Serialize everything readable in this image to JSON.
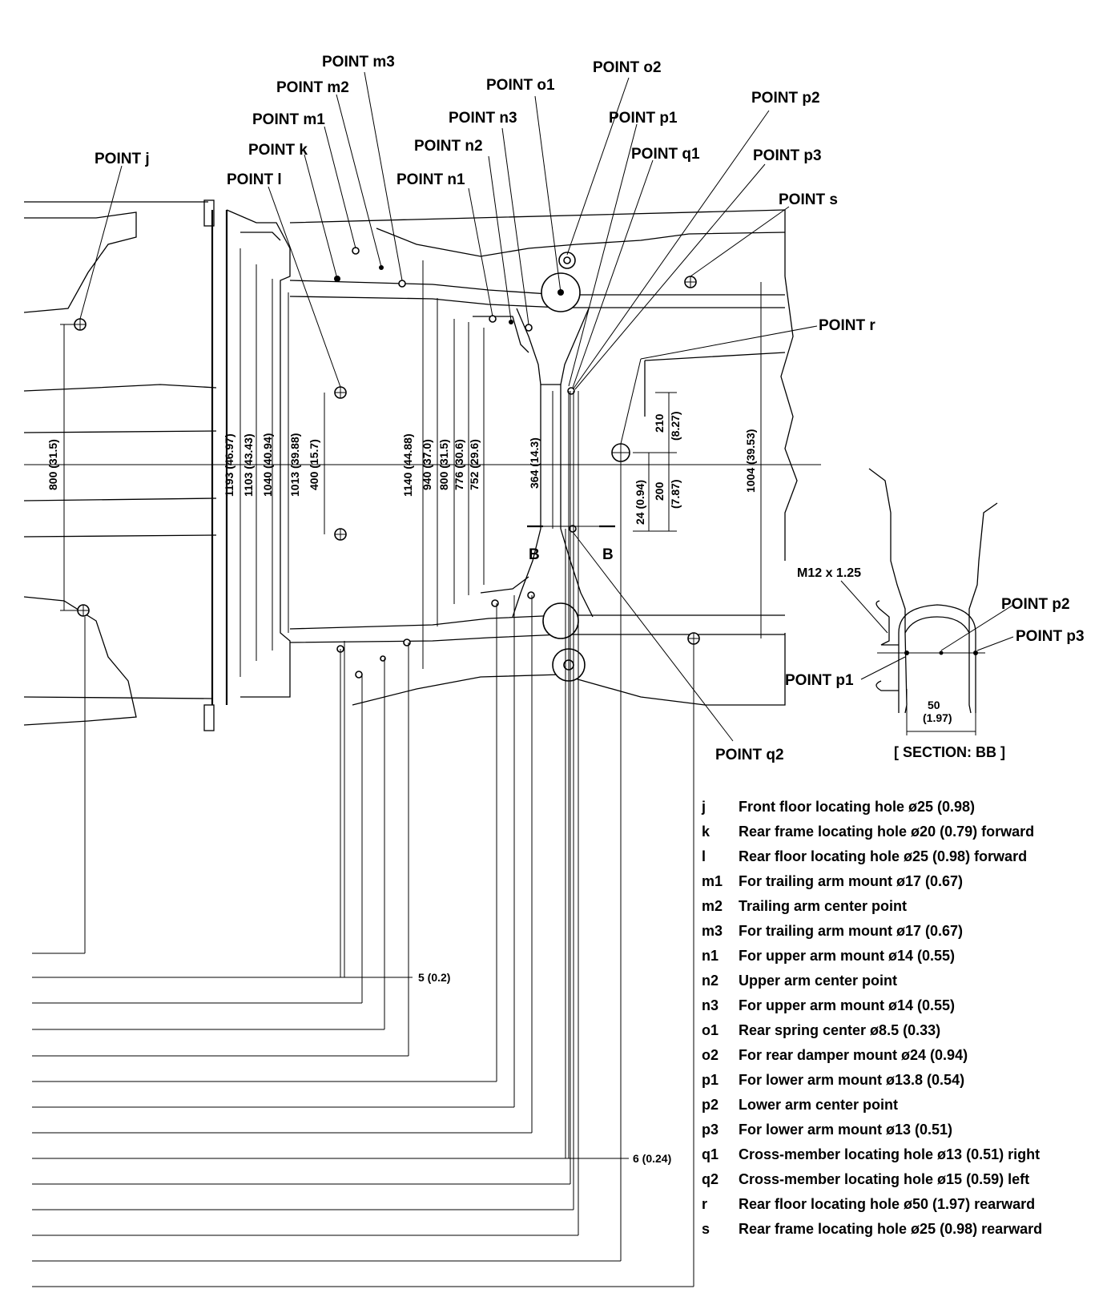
{
  "points": [
    {
      "id": "j",
      "label": "POINT j"
    },
    {
      "id": "k",
      "label": "POINT k"
    },
    {
      "id": "l",
      "label": "POINT l"
    },
    {
      "id": "m1",
      "label": "POINT m1"
    },
    {
      "id": "m2",
      "label": "POINT m2"
    },
    {
      "id": "m3",
      "label": "POINT m3"
    },
    {
      "id": "n1",
      "label": "POINT n1"
    },
    {
      "id": "n2",
      "label": "POINT n2"
    },
    {
      "id": "n3",
      "label": "POINT n3"
    },
    {
      "id": "o1",
      "label": "POINT o1"
    },
    {
      "id": "o2",
      "label": "POINT o2"
    },
    {
      "id": "p1",
      "label": "POINT p1"
    },
    {
      "id": "p2",
      "label": "POINT p2"
    },
    {
      "id": "p3",
      "label": "POINT p3"
    },
    {
      "id": "q1",
      "label": "POINT q1"
    },
    {
      "id": "q2",
      "label": "POINT q2"
    },
    {
      "id": "r",
      "label": "POINT r"
    },
    {
      "id": "s",
      "label": "POINT s"
    }
  ],
  "dimensions": [
    {
      "id": "d800a",
      "text": "800 (31.5)"
    },
    {
      "id": "d1193",
      "text": "1193 (46.97)"
    },
    {
      "id": "d1103",
      "text": "1103 (43.43)"
    },
    {
      "id": "d1040",
      "text": "1040 (40.94)"
    },
    {
      "id": "d1013",
      "text": "1013 (39.88)"
    },
    {
      "id": "d400",
      "text": "400 (15.7)"
    },
    {
      "id": "d1140",
      "text": "1140 (44.88)"
    },
    {
      "id": "d940",
      "text": "940 (37.0)"
    },
    {
      "id": "d800b",
      "text": "800 (31.5)"
    },
    {
      "id": "d776",
      "text": "776 (30.6)"
    },
    {
      "id": "d752",
      "text": "752 (29.6)"
    },
    {
      "id": "d364",
      "text": "364 (14.3)"
    },
    {
      "id": "d210",
      "text": "210"
    },
    {
      "id": "d210in",
      "text": "(8.27)"
    },
    {
      "id": "d24",
      "text": "24 (0.94)"
    },
    {
      "id": "d200",
      "text": "200"
    },
    {
      "id": "d200in",
      "text": "(7.87)"
    },
    {
      "id": "d1004",
      "text": "1004 (39.53)"
    },
    {
      "id": "d5",
      "text": "5 (0.2)"
    },
    {
      "id": "d6",
      "text": "6 (0.24)"
    }
  ],
  "section": {
    "marker_left": "B",
    "marker_right": "B",
    "thread": "M12 x 1.25",
    "p2": "POINT p2",
    "p3": "POINT p3",
    "p1": "POINT p1",
    "width_mm": "50",
    "width_in": "(1.97)",
    "title": "[ SECTION: BB ]"
  },
  "legend": [
    {
      "key": "j",
      "text": "Front floor locating hole ø25 (0.98)"
    },
    {
      "key": "k",
      "text": "Rear frame locating hole ø20 (0.79) forward"
    },
    {
      "key": "l",
      "text": "Rear floor locating hole ø25 (0.98) forward"
    },
    {
      "key": "m1",
      "text": "For trailing arm mount ø17 (0.67)"
    },
    {
      "key": "m2",
      "text": "Trailing arm center point"
    },
    {
      "key": "m3",
      "text": "For trailing arm mount ø17 (0.67)"
    },
    {
      "key": "n1",
      "text": "For upper arm mount ø14 (0.55)"
    },
    {
      "key": "n2",
      "text": "Upper arm center point"
    },
    {
      "key": "n3",
      "text": "For upper arm mount ø14 (0.55)"
    },
    {
      "key": "o1",
      "text": "Rear spring center ø8.5 (0.33)"
    },
    {
      "key": "o2",
      "text": "For rear damper mount ø24 (0.94)"
    },
    {
      "key": "p1",
      "text": "For lower arm mount ø13.8 (0.54)"
    },
    {
      "key": "p2",
      "text": "Lower arm center point"
    },
    {
      "key": "p3",
      "text": "For lower arm mount ø13 (0.51)"
    },
    {
      "key": "q1",
      "text": "Cross-member locating hole ø13 (0.51) right"
    },
    {
      "key": "q2",
      "text": "Cross-member locating hole ø15 (0.59) left"
    },
    {
      "key": "r",
      "text": "Rear floor locating hole ø50 (1.97) rearward"
    },
    {
      "key": "s",
      "text": "Rear frame locating hole ø25 (0.98) rearward"
    }
  ]
}
